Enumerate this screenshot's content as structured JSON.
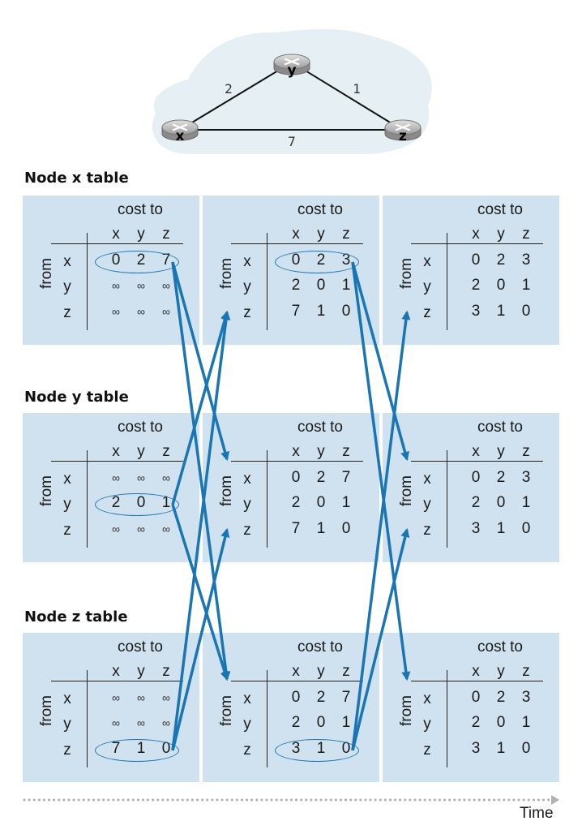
{
  "network": {
    "nodes": [
      "y",
      "x",
      "z"
    ],
    "links": [
      {
        "from": "x",
        "to": "y",
        "cost": "2"
      },
      {
        "from": "y",
        "to": "z",
        "cost": "1"
      },
      {
        "from": "x",
        "to": "z",
        "cost": "7"
      }
    ]
  },
  "sections": [
    "Node x table",
    "Node y table",
    "Node z table"
  ],
  "table_labels": {
    "cost_to": "cost to",
    "from": "from",
    "columns": [
      "x",
      "y",
      "z"
    ],
    "rows": [
      "x",
      "y",
      "z"
    ]
  },
  "tables": [
    [
      [
        [
          "0",
          "2",
          "7"
        ],
        [
          "∞",
          "∞",
          "∞"
        ],
        [
          "∞",
          "∞",
          "∞"
        ]
      ],
      [
        [
          "0",
          "2",
          "3"
        ],
        [
          "2",
          "0",
          "1"
        ],
        [
          "7",
          "1",
          "0"
        ]
      ],
      [
        [
          "0",
          "2",
          "3"
        ],
        [
          "2",
          "0",
          "1"
        ],
        [
          "3",
          "1",
          "0"
        ]
      ]
    ],
    [
      [
        [
          "∞",
          "∞",
          "∞"
        ],
        [
          "2",
          "0",
          "1"
        ],
        [
          "∞",
          "∞",
          "∞"
        ]
      ],
      [
        [
          "0",
          "2",
          "7"
        ],
        [
          "2",
          "0",
          "1"
        ],
        [
          "7",
          "1",
          "0"
        ]
      ],
      [
        [
          "0",
          "2",
          "3"
        ],
        [
          "2",
          "0",
          "1"
        ],
        [
          "3",
          "1",
          "0"
        ]
      ]
    ],
    [
      [
        [
          "∞",
          "∞",
          "∞"
        ],
        [
          "∞",
          "∞",
          "∞"
        ],
        [
          "7",
          "1",
          "0"
        ]
      ],
      [
        [
          "0",
          "2",
          "7"
        ],
        [
          "2",
          "0",
          "1"
        ],
        [
          "3",
          "1",
          "0"
        ]
      ],
      [
        [
          "0",
          "2",
          "3"
        ],
        [
          "2",
          "0",
          "1"
        ],
        [
          "3",
          "1",
          "0"
        ]
      ]
    ]
  ],
  "highlighted_rows": [
    [
      0,
      0
    ],
    [
      0,
      1
    ],
    [
      1,
      0
    ],
    [
      2,
      0
    ],
    [
      2,
      1
    ]
  ],
  "messages": [
    {
      "from": [
        0,
        0
      ],
      "to": [
        1,
        1
      ]
    },
    {
      "from": [
        0,
        0
      ],
      "to": [
        2,
        1
      ]
    },
    {
      "from": [
        1,
        0
      ],
      "to": [
        0,
        1
      ]
    },
    {
      "from": [
        1,
        0
      ],
      "to": [
        2,
        1
      ]
    },
    {
      "from": [
        2,
        0
      ],
      "to": [
        0,
        1
      ]
    },
    {
      "from": [
        2,
        0
      ],
      "to": [
        1,
        1
      ]
    },
    {
      "from": [
        0,
        1
      ],
      "to": [
        1,
        2
      ]
    },
    {
      "from": [
        0,
        1
      ],
      "to": [
        2,
        2
      ]
    },
    {
      "from": [
        2,
        1
      ],
      "to": [
        0,
        2
      ]
    },
    {
      "from": [
        2,
        1
      ],
      "to": [
        1,
        2
      ]
    }
  ],
  "time_label": "Time",
  "colors": {
    "panel": "#d0e2ef",
    "arrow": "#1a75b4",
    "cloud": "#e6eff4"
  },
  "icons": [
    "router-icon"
  ]
}
